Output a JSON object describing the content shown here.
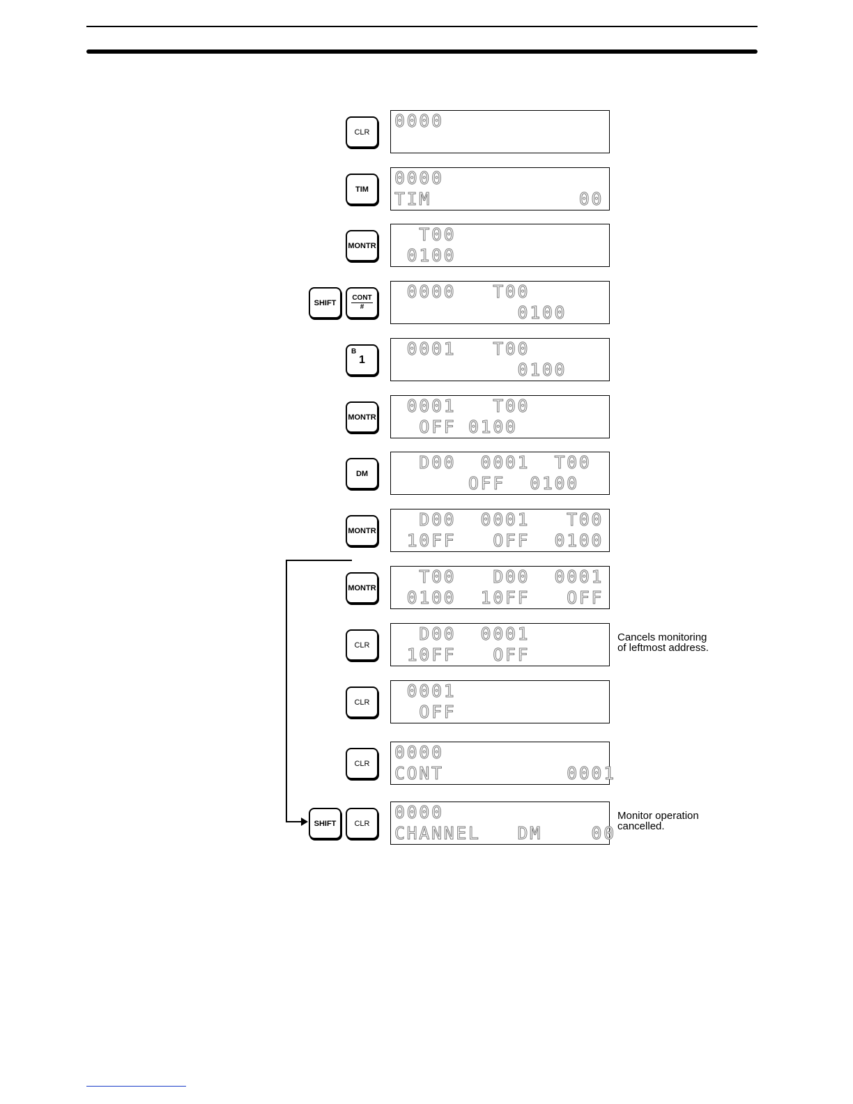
{
  "steps": [
    {
      "keys": [
        {
          "label": "CLR",
          "type": "clr"
        }
      ],
      "lcd": [
        "0000",
        ""
      ]
    },
    {
      "keys": [
        {
          "label": "TIM",
          "type": "plain"
        }
      ],
      "lcd": [
        "0000",
        "TIM            00"
      ]
    },
    {
      "keys": [
        {
          "label": "MONTR",
          "type": "plain"
        }
      ],
      "lcd": [
        "  T00",
        " 0100"
      ]
    },
    {
      "keys": [
        {
          "label": "SHIFT",
          "type": "plain"
        },
        {
          "label": "CONT",
          "sub": "#",
          "type": "cont"
        }
      ],
      "lcd": [
        " 0000   T00",
        "          0100"
      ]
    },
    {
      "keys": [
        {
          "label": "1",
          "sup": "B",
          "type": "b1"
        }
      ],
      "lcd": [
        " 0001   T00",
        "          0100"
      ]
    },
    {
      "keys": [
        {
          "label": "MONTR",
          "type": "plain"
        }
      ],
      "lcd": [
        " 0001   T00",
        "  OFF 0100"
      ]
    },
    {
      "keys": [
        {
          "label": "DM",
          "type": "plain"
        }
      ],
      "lcd": [
        "  D00  0001  T00",
        "      OFF  0100"
      ]
    },
    {
      "keys": [
        {
          "label": "MONTR",
          "type": "plain"
        }
      ],
      "lcd": [
        "  D00  0001   T00",
        " 10FF   OFF  0100"
      ]
    },
    {
      "keys": [
        {
          "label": "MONTR",
          "type": "plain"
        }
      ],
      "lcd": [
        "  T00   D00  0001",
        " 0100  10FF   OFF"
      ]
    },
    {
      "keys": [
        {
          "label": "CLR",
          "type": "clr"
        }
      ],
      "lcd": [
        "  D00  0001",
        " 10FF   OFF"
      ],
      "note": "Cancels monitoring\nof leftmost address."
    },
    {
      "keys": [
        {
          "label": "CLR",
          "type": "clr"
        }
      ],
      "lcd": [
        " 0001",
        "  OFF"
      ]
    },
    {
      "keys": [
        {
          "label": "CLR",
          "type": "clr"
        }
      ],
      "lcd": [
        "0000",
        "CONT          0001"
      ]
    },
    {
      "keys": [
        {
          "label": "SHIFT",
          "type": "plain"
        },
        {
          "label": "CLR",
          "type": "clr"
        }
      ],
      "lcd": [
        "0000",
        "CHANNEL   DM    00"
      ],
      "note": "Monitor operation\ncancelled."
    }
  ]
}
